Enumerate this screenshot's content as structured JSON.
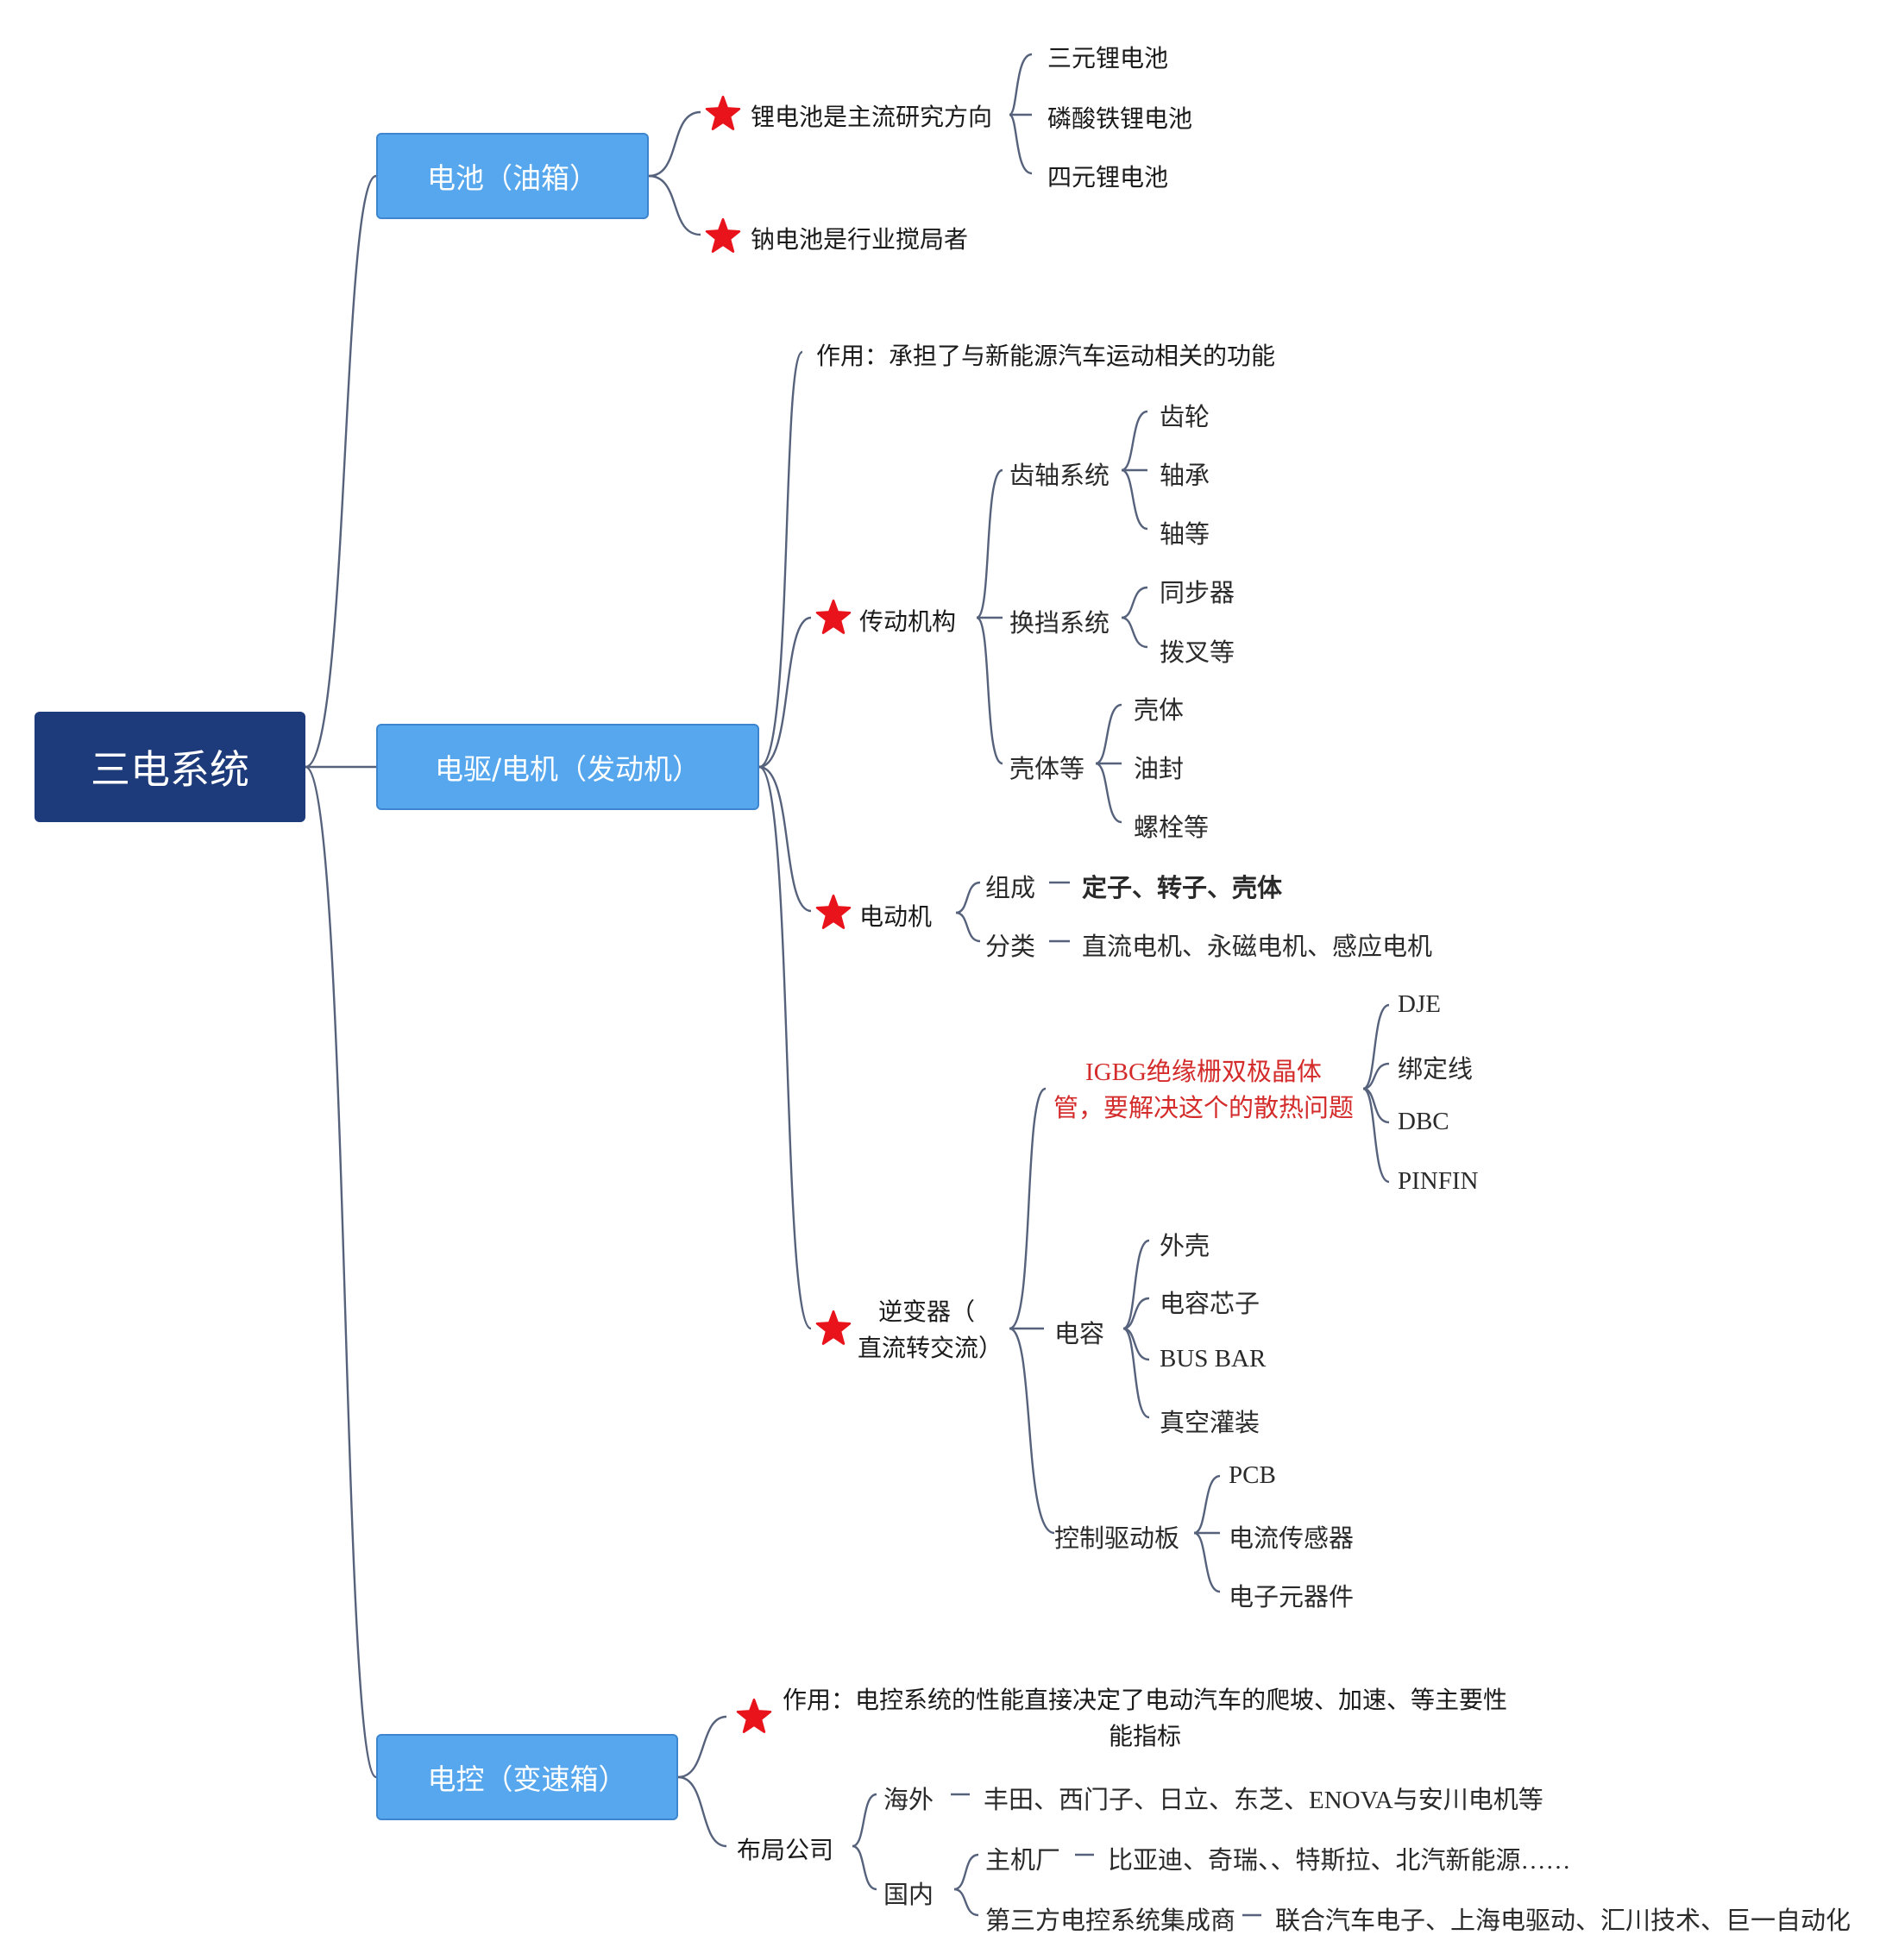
{
  "root": "三电系统",
  "battery": {
    "title": "电池（油箱）",
    "lithium": {
      "label": "锂电池是主流研究方向",
      "children": [
        "三元锂电池",
        "磷酸铁锂电池",
        "四元锂电池"
      ]
    },
    "sodium": "钠电池是行业搅局者"
  },
  "drive": {
    "title": "电驱/电机（发动机）",
    "role": "作用：承担了与新能源汽车运动相关的功能",
    "transmission": {
      "label": "传动机构",
      "gear_system": {
        "label": "齿轴系统",
        "children": [
          "齿轮",
          "轴承",
          "轴等"
        ]
      },
      "shift_system": {
        "label": "换挡系统",
        "children": [
          "同步器",
          "拨叉等"
        ]
      },
      "housing": {
        "label": "壳体等",
        "children": [
          "壳体",
          "油封",
          "螺栓等"
        ]
      }
    },
    "motor": {
      "label": "电动机",
      "composition": {
        "label": "组成",
        "dash": "—",
        "value": "定子、转子、壳体"
      },
      "classification": {
        "label": "分类",
        "dash": "—",
        "value": "直流电机、永磁电机、感应电机"
      }
    },
    "inverter": {
      "label_line1": "逆变器（",
      "label_line2": "直流转交流）",
      "igbt": {
        "line1": "IGBG绝缘栅双极晶体",
        "line2": "管，要解决这个的散热问题",
        "children": [
          "DJE",
          "绑定线",
          "DBC",
          "PINFIN"
        ]
      },
      "capacitor": {
        "label": "电容",
        "children": [
          "外壳",
          "电容芯子",
          "BUS BAR",
          "真空灌装"
        ]
      },
      "control_board": {
        "label": "控制驱动板",
        "children": [
          "PCB",
          "电流传感器",
          "电子元器件"
        ]
      }
    }
  },
  "control": {
    "title": "电控（变速箱）",
    "role_line1": "作用：电控系统的性能直接决定了电动汽车的爬坡、加速、等主要性",
    "role_line2": "能指标",
    "layout_companies": {
      "label": "布局公司",
      "overseas": {
        "label": "海外",
        "dash": "—",
        "value": "丰田、西门子、日立、东芝、ENOVA与安川电机等"
      },
      "domestic": {
        "label": "国内",
        "oem": {
          "label": "主机厂",
          "dash": "—",
          "value": "比亚迪、奇瑞、、特斯拉、北汽新能源……"
        },
        "third_party": {
          "label": "第三方电控系统集成商",
          "dash": "—",
          "value": "联合汽车电子、上海电驱动、汇川技术、巨一自动化"
        }
      }
    }
  },
  "colors": {
    "root_bg": "#1d3a7a",
    "branch_bg": "#56a7ee",
    "line": "#56627c",
    "star": "#e8131b",
    "emphasis_text": "#d42b2b"
  }
}
